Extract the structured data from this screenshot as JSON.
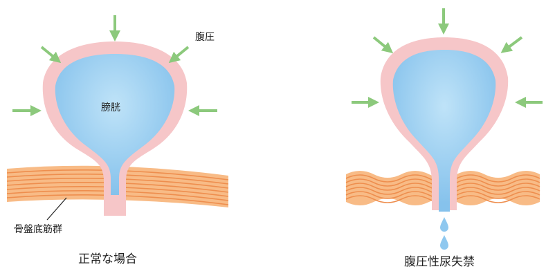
{
  "labels": {
    "abdominal_pressure": "腹圧",
    "bladder": "膀胱",
    "pelvic_floor_muscles": "骨盤底筋群"
  },
  "captions": {
    "normal": "正常な場合",
    "stress_incontinence": "腹圧性尿失禁"
  },
  "colors": {
    "arrow": "#8cc97c",
    "bladder_wall": "#f6c6c8",
    "bladder_fill": "#8fc8ef",
    "bladder_highlight": "#bde0f7",
    "muscle": "#f6b07a",
    "muscle_line": "#ec8a48"
  }
}
